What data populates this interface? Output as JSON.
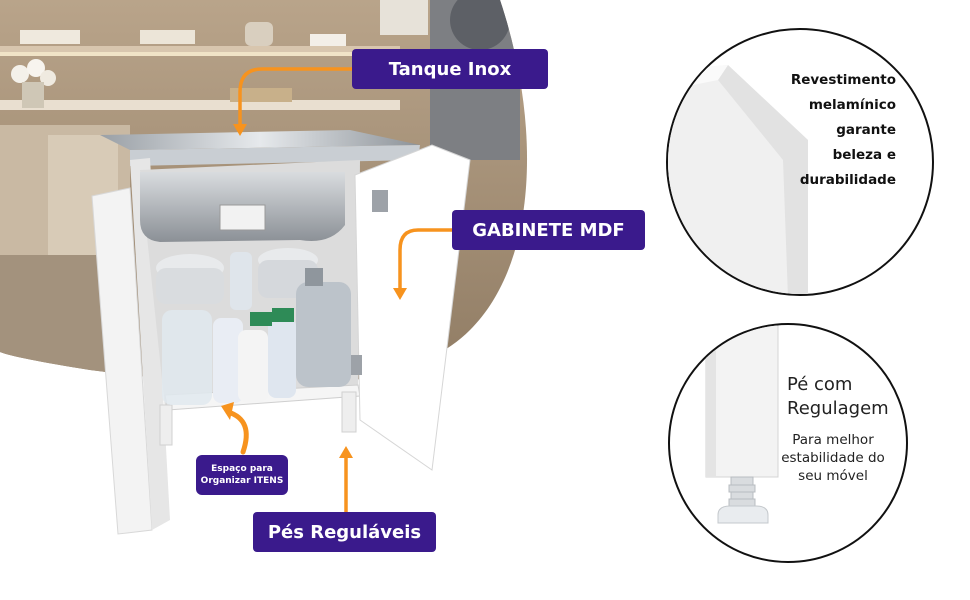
{
  "labels": {
    "tank": "Tanque Inox",
    "cabinet": "GABINETE MDF",
    "feet": "Pés Reguláveis",
    "space_line1": "Espaço para",
    "space_line2": "Organizar ITENS"
  },
  "coating_detail": {
    "line1": "Revestimento",
    "line2": "melamínico",
    "line3": "garante",
    "line4": "beleza e",
    "line5": "durabilidade"
  },
  "feet_detail": {
    "title_line1": "Pé com",
    "title_line2": "Regulagem",
    "sub_line1": "Para melhor",
    "sub_line2": "estabilidade do",
    "sub_line3": "seu móvel"
  },
  "colors": {
    "badge": "#3a1a8c",
    "arrow": "#f7931e"
  }
}
